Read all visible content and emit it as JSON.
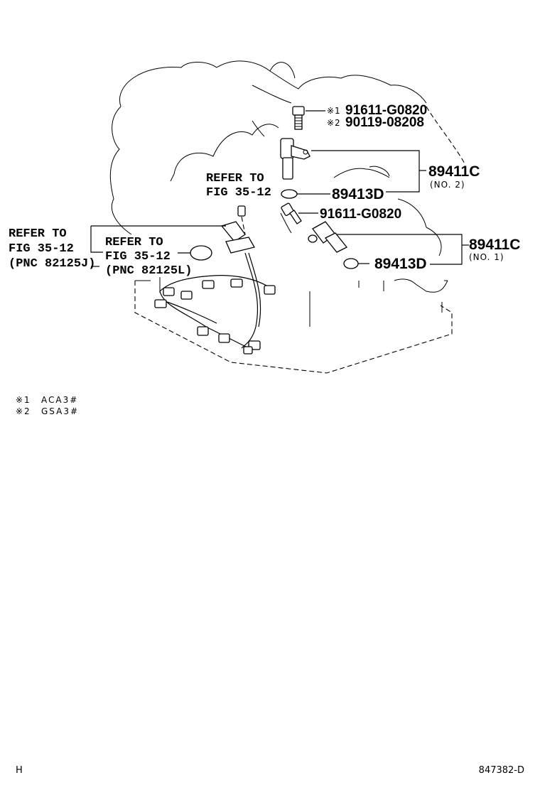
{
  "callouts": {
    "refer_left": {
      "line1": "REFER TO",
      "line2": "FIG 35-12",
      "line3": "(PNC 82125J)"
    },
    "refer_mid": {
      "line1": "REFER TO",
      "line2": "FIG 35-12",
      "line3": "(PNC 82125L)"
    },
    "refer_top": {
      "line1": "REFER TO",
      "line2": "FIG 35-12"
    }
  },
  "parts": {
    "bolt_top_mark1": "※1",
    "bolt_top_pn1": "91611-G0820",
    "bolt_top_mark2": "※2",
    "bolt_top_pn2": "90119-08208",
    "sensor_no2_pn": "89411C",
    "sensor_no2_sub": "(NO. 2)",
    "oring_upper_pn": "89413D",
    "bolt_mid_pn": "91611-G0820",
    "sensor_no1_pn": "89411C",
    "sensor_no1_sub": "(NO. 1)",
    "oring_lower_pn": "89413D"
  },
  "notes": [
    {
      "mark": "※1",
      "text": "ACA3#"
    },
    {
      "mark": "※2",
      "text": "GSA3#"
    }
  ],
  "footer": {
    "left": "H",
    "right": "847382-D"
  }
}
